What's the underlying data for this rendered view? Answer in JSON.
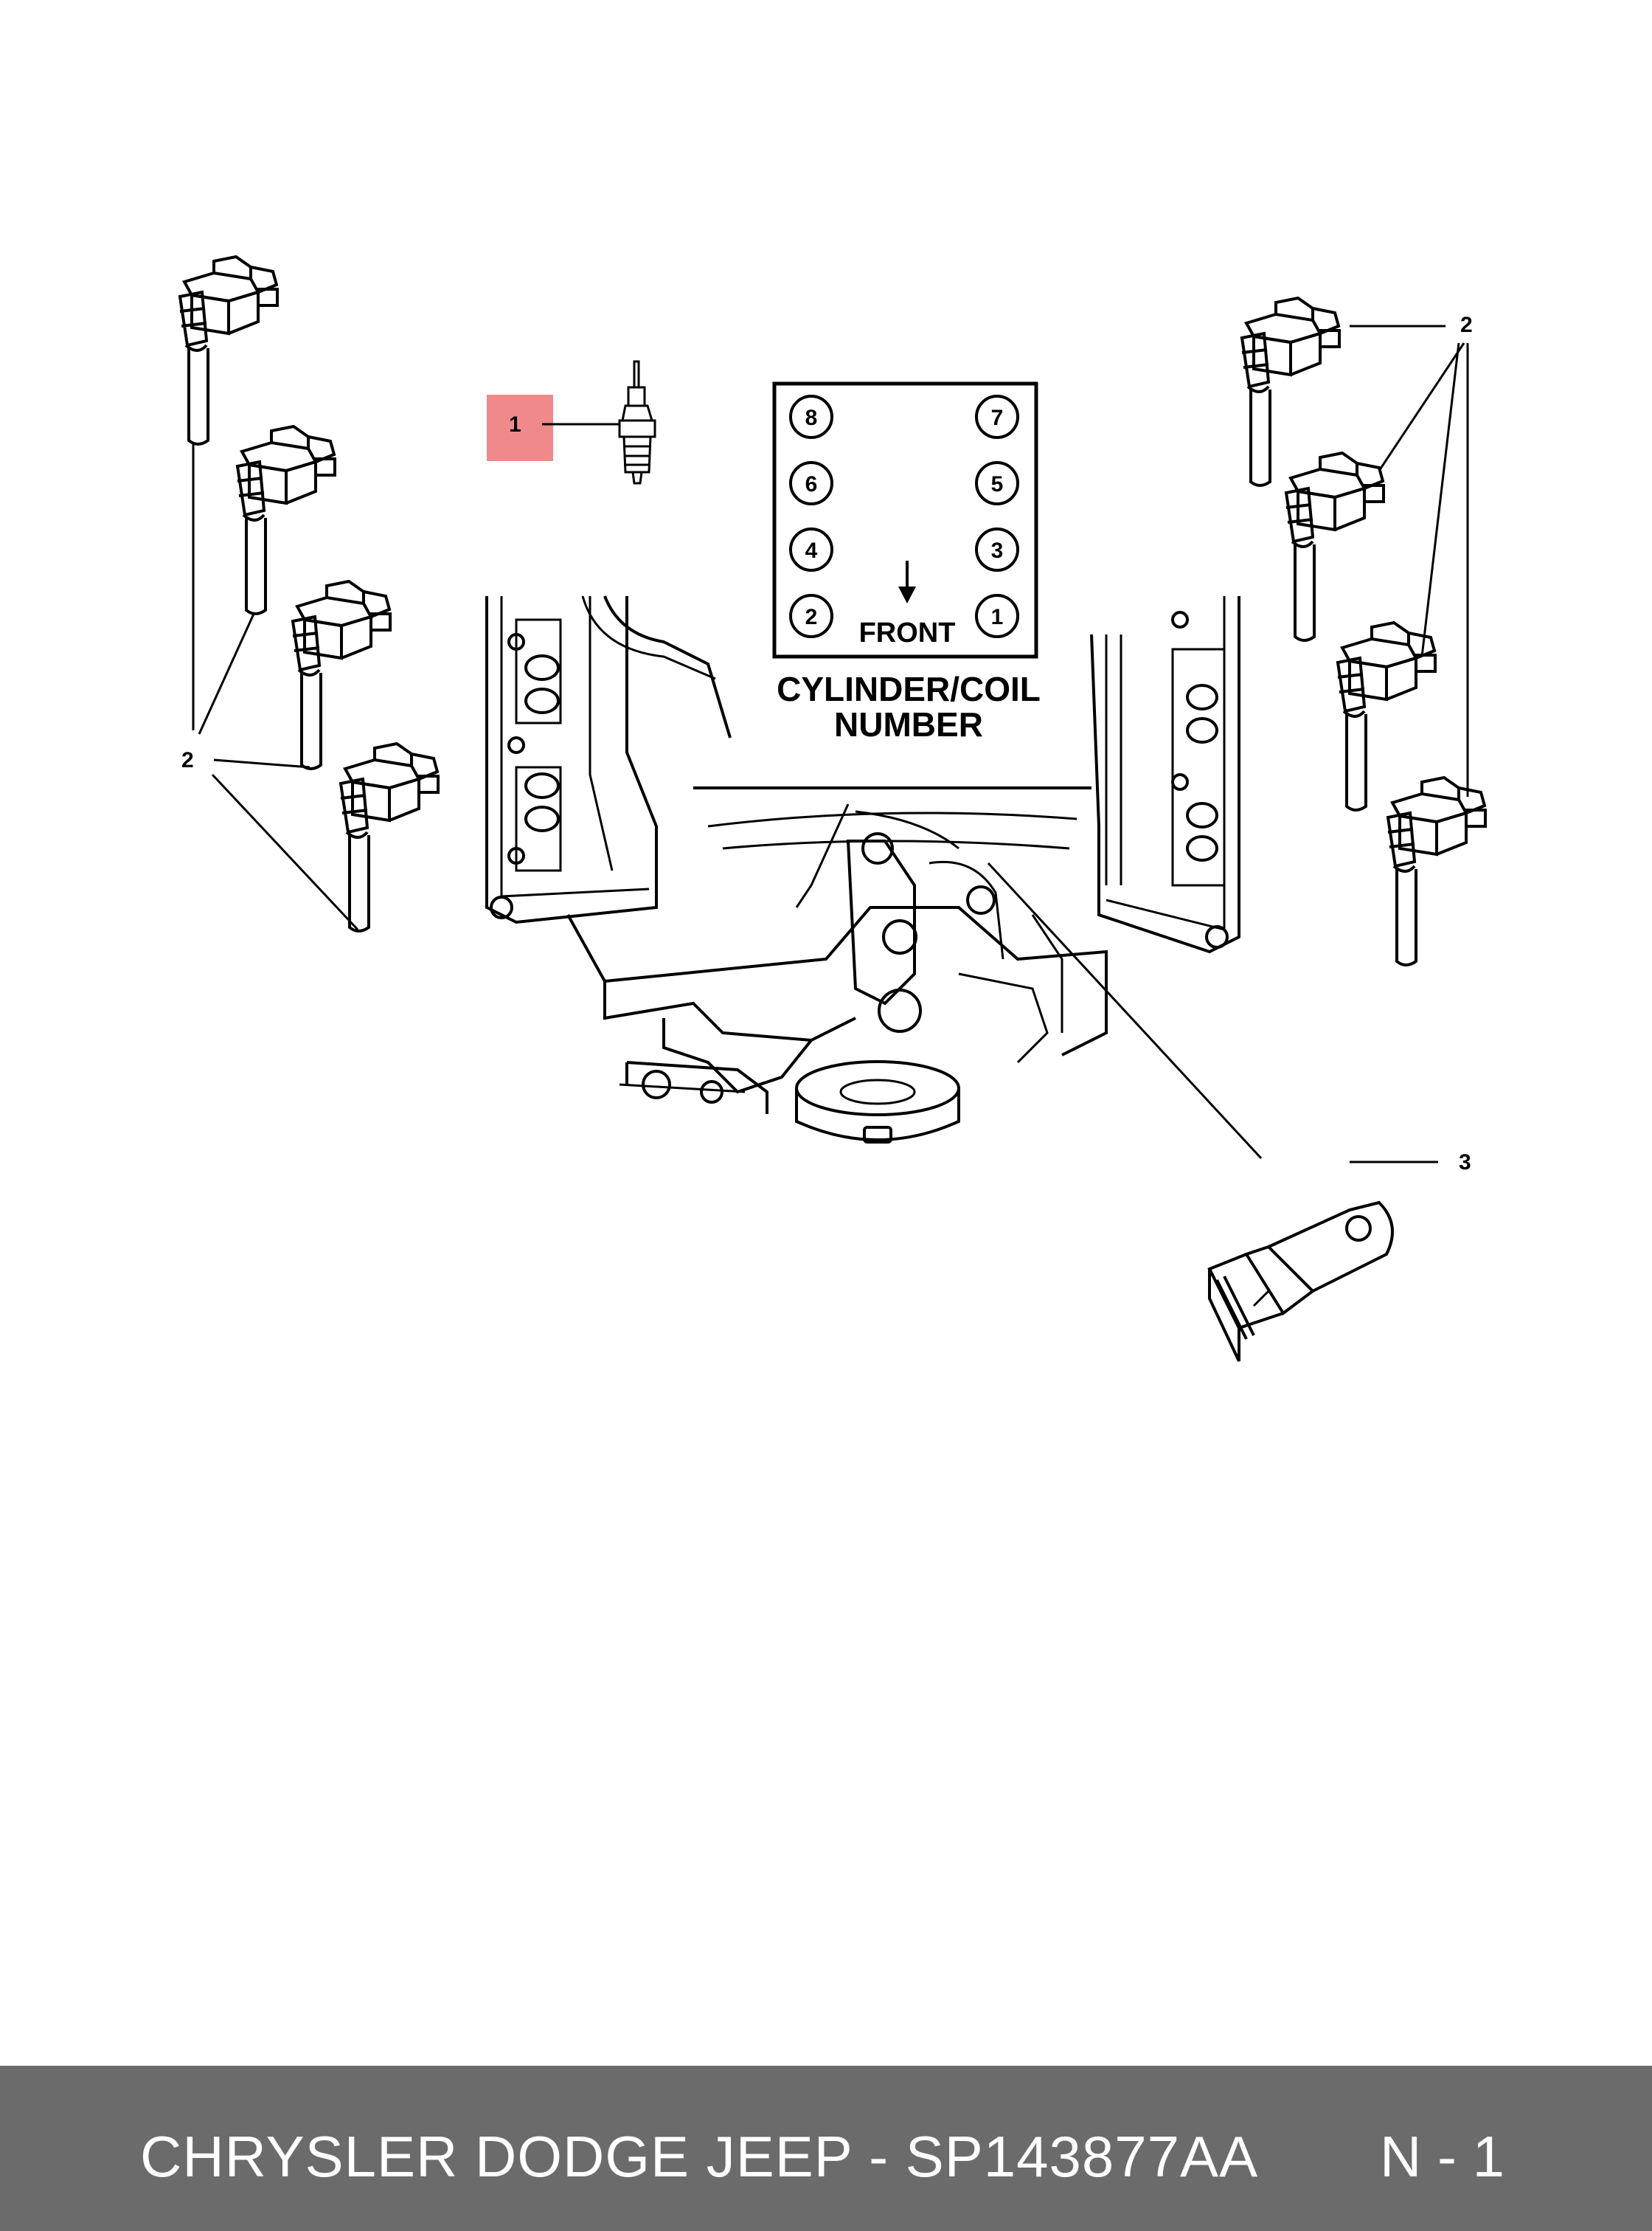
{
  "diagram": {
    "callouts": {
      "spark_plug": "1",
      "coil_left": "2",
      "coil_right": "2",
      "sensor": "3"
    },
    "cylinder_box": {
      "numbers": [
        "8",
        "7",
        "6",
        "5",
        "4",
        "3",
        "2",
        "1"
      ],
      "front_label": "FRONT",
      "caption_line1": "CYLINDER/COIL",
      "caption_line2": "NUMBER"
    },
    "highlight_color": "#f08a8a"
  },
  "footer": {
    "title": "CHRYSLER DODGE JEEP - SP143877AA",
    "page": "N - 1",
    "background": "#6b6b6b"
  }
}
